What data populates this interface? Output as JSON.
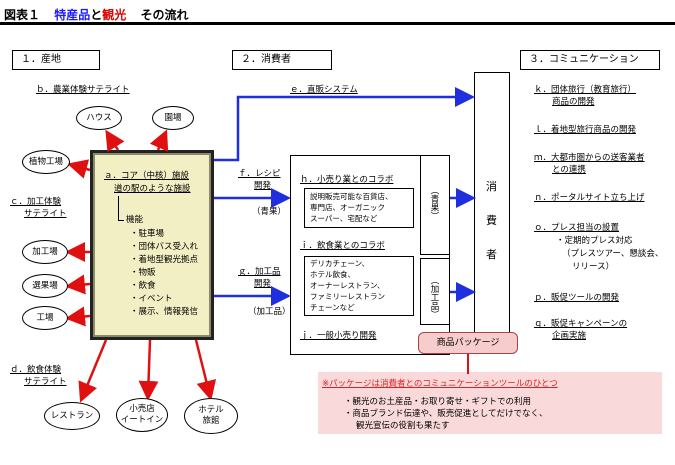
{
  "title": {
    "prefix": "図表１",
    "part1": "特産品",
    "and": "と",
    "part2": "観光",
    "suffix": "その流れ"
  },
  "headers": {
    "region": "１．産地",
    "consumer": "２．消費者",
    "communication": "３．コミュニケーション"
  },
  "left": {
    "b": "ｂ．農業体験サテライト",
    "c1": "ｃ．加工体験",
    "c2": "サテライト",
    "d1": "ｄ．飲食体験",
    "d2": "サテライト",
    "ellipses": {
      "house": "ハウス",
      "garden": "園場",
      "plant": "植物工場",
      "processing": "加工場",
      "sorting": "選果場",
      "factory": "工場",
      "restaurant": "レストラン",
      "store1": "小売店",
      "store2": "イートイン",
      "hotel1": "ホテル",
      "hotel2": "旅館"
    }
  },
  "core": {
    "a1": "ａ．コア（中核）施設",
    "a2": "道の駅のような施設",
    "func": "機能",
    "items": [
      "・駐車場",
      "・団体バス受入れ",
      "・着地型観光拠点",
      "・物販",
      "・飲食",
      "・イベント",
      "・展示、情報発信"
    ]
  },
  "middle": {
    "e": "ｅ．直販システム",
    "f1": "ｆ．レシピ",
    "f2": "開発",
    "f3": "（青果）",
    "g1": "ｇ．加工品",
    "g2": "開発",
    "g3": "（加工品）",
    "h": "ｈ．小売り業とのコラボ",
    "h_box": [
      "説明販売可能な百貨店、",
      "専門店、オーガニック",
      "スーパー、宅配など"
    ],
    "i": "ｉ．飲食業とのコラボ",
    "i_box": [
      "デリカチェーン、",
      "ホテル飲食、",
      "オーナーレストラン、",
      "ファミリーレストラン",
      "チェーンなど"
    ],
    "j": "ｊ．一般小売り開発",
    "seika": "（青果）",
    "kakou": "（加工品）",
    "consumer_chars": [
      "消",
      "費",
      "者"
    ],
    "package": "商品パッケージ"
  },
  "right": {
    "k1": "ｋ．団体旅行（教育旅行）",
    "k2": "商品の開発",
    "l": "ｌ．着地型旅行商品の開発",
    "m1": "ｍ．大都市圏からの送客業者",
    "m2": "との連携",
    "n": "ｎ．ポータルサイト立ち上げ",
    "o": "ｏ．プレス担当の設置",
    "o_sub1": "・定期的プレス対応",
    "o_sub2": "（プレスツアー、懇談会、",
    "o_sub3": "リリース）",
    "p": "ｐ．販促ツールの開発",
    "q1": "ｑ．販促キャンペーンの",
    "q2": "企画実施"
  },
  "note": {
    "heading": "※パッケージは消費者とのコミュニケーションツールのひとつ",
    "lines": [
      "・観光のお土産品・お取り寄せ・ギフトでの利用",
      "・商品ブランド伝達や、販売促進としてだけでなく、",
      "観光宣伝の役割も果たす"
    ]
  },
  "colors": {
    "title_accent": "#1a1aff",
    "title_accent2": "#e00000",
    "arrow_blue": "#1f2fe0",
    "arrow_red": "#e01010",
    "core_fill": "#f3efc4",
    "note_red": "#e02020",
    "pink": "#f9d9d9"
  }
}
